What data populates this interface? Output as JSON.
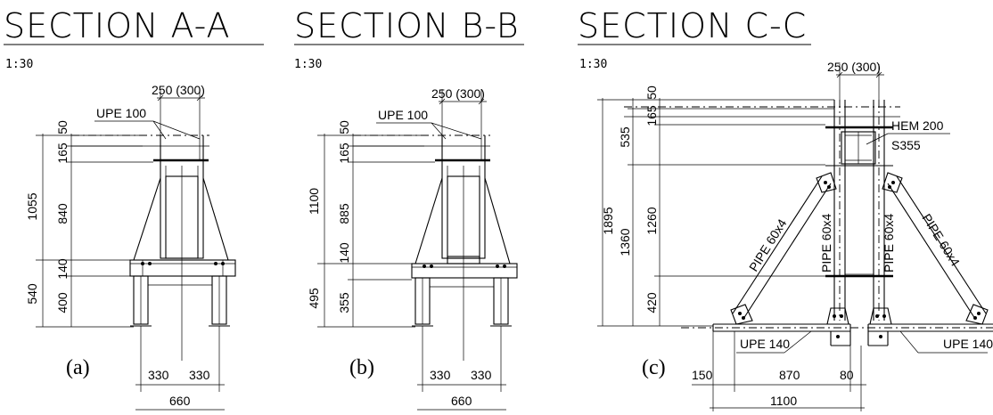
{
  "sections": [
    {
      "title": "SECTION A-A",
      "scale": "1:30",
      "label": "(a)",
      "top_dim": "250 (300)",
      "profile": "UPE 100",
      "left_dims": {
        "total_upper": "1055",
        "total_lower": "540",
        "a": "50",
        "b": "165",
        "c": "840",
        "d": "140",
        "e": "400"
      },
      "bottom_dims": {
        "left": "330",
        "right": "330",
        "total": "660"
      }
    },
    {
      "title": "SECTION B-B",
      "scale": "1:30",
      "label": "(b)",
      "top_dim": "250 (300)",
      "profile": "UPE 100",
      "left_dims": {
        "total_upper": "1100",
        "total_lower": "495",
        "a": "50",
        "b": "165",
        "c": "885",
        "d": "140",
        "e": "355"
      },
      "bottom_dims": {
        "left": "330",
        "right": "330",
        "total": "660"
      }
    },
    {
      "title": "SECTION C-C",
      "scale": "1:30",
      "label": "(c)",
      "top_dim": "250 (300)",
      "member_label_1": "HEM 200",
      "member_label_2": "S355",
      "pipe_label": "PIPE 60x4",
      "base_profile": "UPE 140",
      "left_dims": {
        "total": "1895",
        "a": "50",
        "b": "165",
        "c": "535",
        "d": "1260",
        "e": "1360",
        "f": "420"
      },
      "bottom_dims": {
        "a": "150",
        "b": "870",
        "c": "80",
        "total": "1100"
      }
    }
  ]
}
